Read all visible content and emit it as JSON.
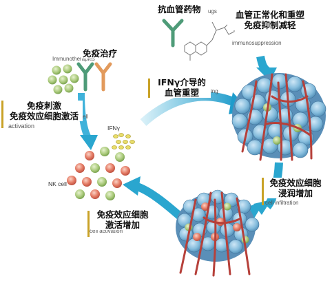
{
  "diagram": {
    "labels": {
      "antiangiogenic_drugs": "抗血管药物",
      "normalization": [
        "血管正常化和重塑",
        "免疫抑制减轻"
      ],
      "immunotherapy": "免疫治疗",
      "immune_stimulation": [
        "免疫刺激",
        "免疫效应细胞激活"
      ],
      "ifng_remodeling": [
        "IFNγ介导的",
        "血管重塑"
      ],
      "infiltration": [
        "免疫效应细胞",
        "浸润增加"
      ],
      "activation_increase": [
        "免疫效应细胞",
        "激活增加"
      ]
    },
    "cell_labels": {
      "ifng": "IFNγ",
      "nk_cell": "NK cell"
    },
    "underlying_fragments": {
      "drugs": "ugs",
      "immunosuppression": "immunosuppression",
      "immunotherapies": "Immunotherapies",
      "cell": "ell",
      "activation": "activation",
      "remodeling": "ing",
      "cell_infiltration": "cell infiltration",
      "cell_activation": "cell activation"
    },
    "colors": {
      "arrow": "#2aa6cf",
      "vessel": "#b6403a",
      "tumor_cell": "#7fb6d8",
      "green_cell": "#a9c97a",
      "red_cell": "#df7561",
      "antibody_green": "#4e9b78",
      "antibody_orange": "#e29a5c",
      "ifng": "#e2d75a",
      "label_bar": "#c9a227"
    }
  }
}
